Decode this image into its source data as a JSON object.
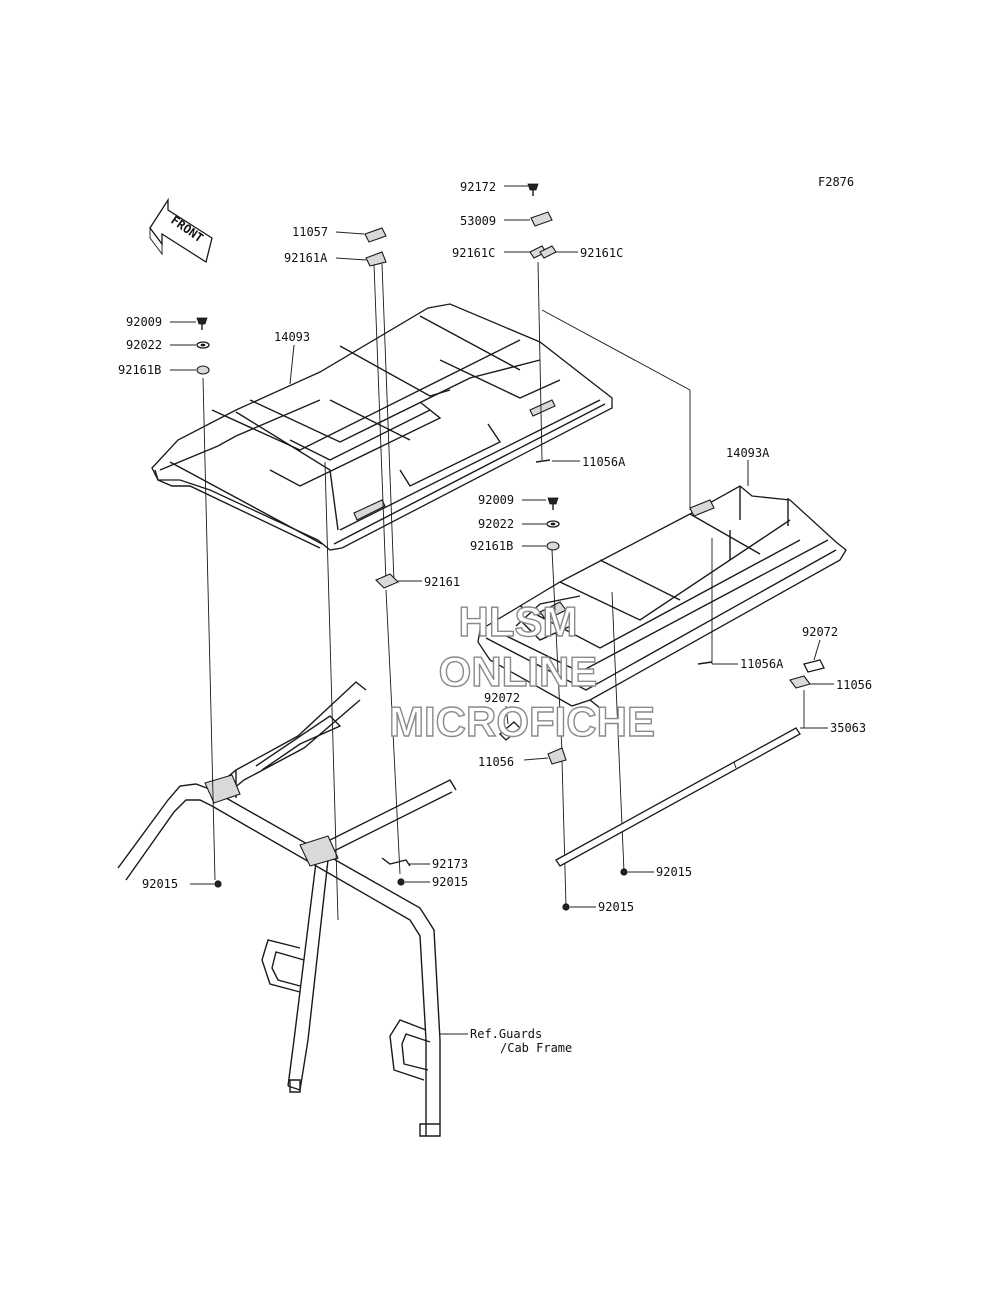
{
  "diagram": {
    "figure_id": "F2876",
    "front_marker": "FRONT",
    "ref_note_line1": "Ref.Guards",
    "ref_note_line2": "/Cab Frame",
    "watermark": {
      "line1": "HLSM",
      "line2": "ONLINE",
      "line3": "MICROFICHE"
    },
    "callouts": [
      {
        "id": "c-92172",
        "text": "92172"
      },
      {
        "id": "c-53009",
        "text": "53009"
      },
      {
        "id": "c-92161c-l",
        "text": "92161C"
      },
      {
        "id": "c-92161c-r",
        "text": "92161C"
      },
      {
        "id": "c-11057",
        "text": "11057"
      },
      {
        "id": "c-92161a",
        "text": "92161A"
      },
      {
        "id": "c-92009-l",
        "text": "92009"
      },
      {
        "id": "c-92022-l",
        "text": "92022"
      },
      {
        "id": "c-92161b-l",
        "text": "92161B"
      },
      {
        "id": "c-14093",
        "text": "14093"
      },
      {
        "id": "c-11056a-top",
        "text": "11056A"
      },
      {
        "id": "c-14093a",
        "text": "14093A"
      },
      {
        "id": "c-92009-r",
        "text": "92009"
      },
      {
        "id": "c-92022-r",
        "text": "92022"
      },
      {
        "id": "c-92161b-r",
        "text": "92161B"
      },
      {
        "id": "c-92161",
        "text": "92161"
      },
      {
        "id": "c-92072-r",
        "text": "92072"
      },
      {
        "id": "c-11056a-r",
        "text": "11056A"
      },
      {
        "id": "c-11056-r",
        "text": "11056"
      },
      {
        "id": "c-92072-l",
        "text": "92072"
      },
      {
        "id": "c-35063",
        "text": "35063"
      },
      {
        "id": "c-11056-l",
        "text": "11056"
      },
      {
        "id": "c-92173",
        "text": "92173"
      },
      {
        "id": "c-92015-a",
        "text": "92015"
      },
      {
        "id": "c-92015-b",
        "text": "92015"
      },
      {
        "id": "c-92015-c",
        "text": "92015"
      },
      {
        "id": "c-92015-d",
        "text": "92015"
      }
    ]
  }
}
